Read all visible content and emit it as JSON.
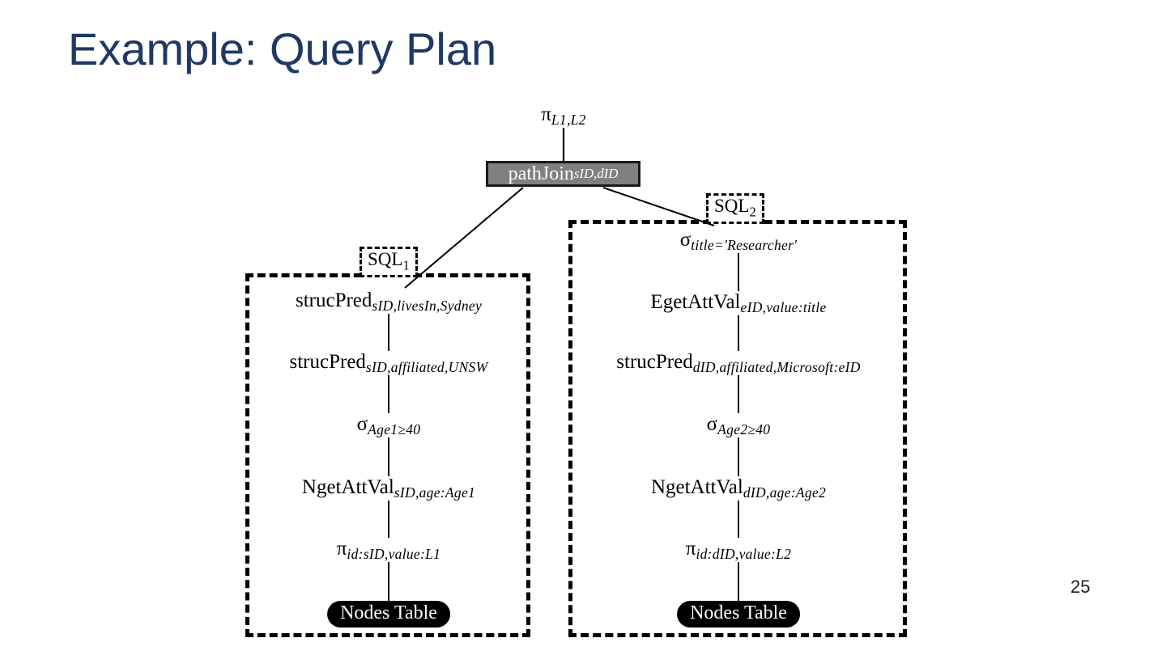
{
  "slide": {
    "title": "Example: Query Plan",
    "page_number": "25",
    "title_color": "#1F3864"
  },
  "diagram": {
    "root": {
      "label_base": "π",
      "label_sub": "L1,L2",
      "name": "projection-root"
    },
    "join": {
      "label_base": "pathJoin",
      "label_sub": "sID,dID",
      "fill_color": "#808080",
      "text_color": "#ffffff",
      "border_color": "#1a1a1a"
    },
    "groups": [
      {
        "id": "sql1",
        "tag_base": "SQL",
        "tag_sub": "1"
      },
      {
        "id": "sql2",
        "tag_base": "SQL",
        "tag_sub": "2"
      }
    ],
    "left_branch": {
      "nodes": [
        {
          "base": "strucPred",
          "sub": "sID,livesIn,Sydney",
          "name": "strucpred-livesin-sydney"
        },
        {
          "base": "strucPred",
          "sub": "sID,affiliated,UNSW",
          "name": "strucpred-affiliated-unsw"
        },
        {
          "base": "σ",
          "sub": "Age1≥40",
          "name": "selection-age1"
        },
        {
          "base": "NgetAttVal",
          "sub": "sID,age:Age1",
          "name": "ngetattval-sid-age1"
        },
        {
          "base": "π",
          "sub": "id:sID,value:L1",
          "name": "projection-sid-l1"
        }
      ],
      "leaf": {
        "label": "Nodes Table",
        "name": "nodes-table-left"
      }
    },
    "right_branch": {
      "nodes": [
        {
          "base": "σ",
          "sub": "title='Researcher'",
          "name": "selection-title-researcher"
        },
        {
          "base": "EgetAttVal",
          "sub": "eID,value:title",
          "name": "egetattval-eid-title"
        },
        {
          "base": "strucPred",
          "sub": "dID,affiliated,Microsoft:eID",
          "name": "strucpred-affiliated-microsoft"
        },
        {
          "base": "σ",
          "sub": "Age2≥40",
          "name": "selection-age2"
        },
        {
          "base": "NgetAttVal",
          "sub": "dID,age:Age2",
          "name": "ngetattval-did-age2"
        },
        {
          "base": "π",
          "sub": "id:dID,value:L2",
          "name": "projection-did-l2"
        }
      ],
      "leaf": {
        "label": "Nodes Table",
        "name": "nodes-table-right"
      }
    }
  }
}
